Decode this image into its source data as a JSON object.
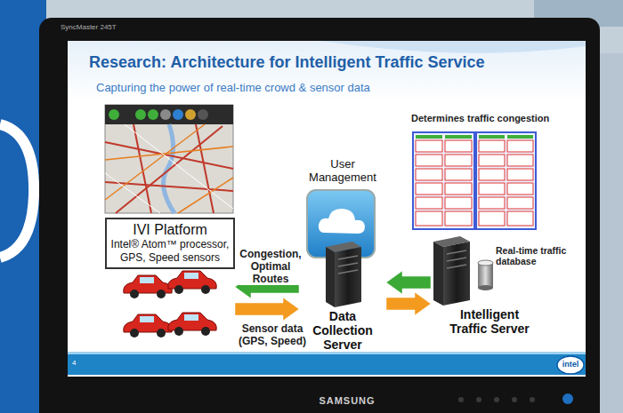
{
  "diagram": {
    "title": "Research: Architecture for Intelligent Traffic Service",
    "nodes": [
      {
        "text": [
          "IVI Platform",
          "Intel® Atom™ processor, GPS, Speed sensors"
        ]
      },
      {
        "text": [
          "User Management"
        ]
      },
      {
        "text": [
          "Data Collection Server"
        ]
      },
      {
        "text": [
          "Intelligent Traffic Server"
        ]
      }
    ],
    "edges": [
      {
        "from": 2,
        "to": 0,
        "arrow": "to",
        "label": "Congestion, Optimal Routes"
      },
      {
        "from": 0,
        "to": 2,
        "arrow": "to",
        "label": "Sensor data (GPS, Speed)"
      },
      {
        "from": 3,
        "to": 2,
        "arrow": "to"
      },
      {
        "from": 2,
        "to": 3,
        "arrow": "to"
      }
    ],
    "labels": [
      "Capturing the power of real-time crowd & sensor data",
      "Determines traffic congestion",
      "Real-time traffic database",
      "4",
      "intel",
      "SyncMaster 245T",
      "SAMSUNG"
    ]
  }
}
